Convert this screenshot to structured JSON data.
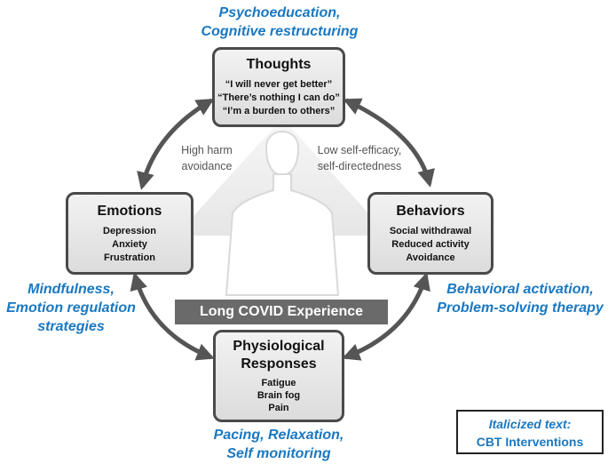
{
  "nodes": {
    "thoughts": {
      "title": "Thoughts",
      "items": [
        "“I will never get better”",
        "“There’s nothing I can do”",
        "“I’m a burden to others”"
      ]
    },
    "emotions": {
      "title": "Emotions",
      "items": [
        "Depression",
        "Anxiety",
        "Frustration"
      ]
    },
    "behaviors": {
      "title": "Behaviors",
      "items": [
        "Social withdrawal",
        "Reduced activity",
        "Avoidance"
      ]
    },
    "physiological": {
      "title_line1": "Physiological",
      "title_line2": "Responses",
      "items": [
        "Fatigue",
        "Brain fog",
        "Pain"
      ]
    }
  },
  "interventions": {
    "thoughts": [
      "Psychoeducation,",
      "Cognitive restructuring"
    ],
    "emotions": [
      "Mindfulness,",
      "Emotion regulation",
      "strategies"
    ],
    "behaviors": [
      "Behavioral activation,",
      "Problem-solving therapy"
    ],
    "physiological": [
      "Pacing, Relaxation,",
      "Self monitoring"
    ]
  },
  "traits": {
    "left": [
      "High harm",
      "avoidance"
    ],
    "right": [
      "Low self-efficacy,",
      "self-directedness"
    ]
  },
  "center_banner": "Long COVID Experience",
  "legend": {
    "line1": "Italicized text:",
    "line2": "CBT Interventions"
  },
  "colors": {
    "intervention_text": "#1a78c2",
    "arrow": "#555555",
    "box_border": "#4a4a4a",
    "banner": "#6a6a6a"
  }
}
